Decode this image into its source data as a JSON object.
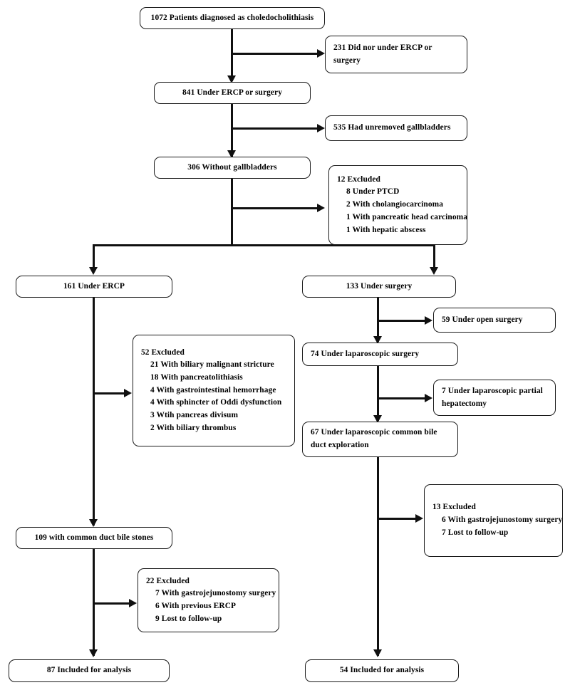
{
  "figure": {
    "type": "flowchart",
    "subject": "Patient selection flow for choledocholithiasis treatment"
  },
  "nodes": {
    "total_patients": {
      "text": "1072 Patients diagnosed as choledocholithiasis"
    },
    "excluded_no_treatment": {
      "lines": [
        "231 Did nor under ERCP or",
        "surgery"
      ]
    },
    "under_ercp_or_surgery": {
      "text": "841 Under ERCP or surgery"
    },
    "unremoved_gallbladders": {
      "text": "535 Had unremoved gallbladders"
    },
    "without_gallbladders": {
      "text": "306 Without gallbladders"
    },
    "excluded_12": {
      "header": "12 Excluded",
      "items": [
        "8 Under PTCD",
        "2 With cholangiocarcinoma",
        "1 With pancreatic head carcinoma",
        "1 With hepatic abscess"
      ]
    },
    "under_ercp": {
      "text": "161 Under ERCP"
    },
    "under_surgery": {
      "text": "133 Under surgery"
    },
    "excluded_52": {
      "header": "52 Excluded",
      "items": [
        "21 With biliary malignant stricture",
        "18 With pancreatolithiasis",
        "4 With gastrointestinal hemorrhage",
        "4 With sphincter of Oddi dysfunction",
        "3 Wtih pancreas divisum",
        "2 With biliary thrombus"
      ]
    },
    "open_surgery": {
      "text": "59 Under open surgery"
    },
    "laparoscopic_surgery": {
      "text": "74 Under laparoscopic surgery"
    },
    "laparoscopic_partial_hepatectomy": {
      "lines": [
        "7 Under laparoscopic partial",
        "hepatectomy"
      ]
    },
    "laparoscopic_cbd_exploration": {
      "lines": [
        "67 Under laparoscopic common bile",
        "duct exploration"
      ]
    },
    "excluded_13": {
      "header": "13 Excluded",
      "items": [
        "6 With gastrojejunostomy surgery",
        "7 Lost to follow-up"
      ]
    },
    "common_duct_bile_stones": {
      "text": "109 with common duct bile stones"
    },
    "excluded_22": {
      "header": "22 Excluded",
      "items": [
        "7 With gastrojejunostomy surgery",
        "6 With previous ERCP",
        "9 Lost to follow-up"
      ]
    },
    "included_ercp": {
      "text": "87 Included for analysis"
    },
    "included_surgery": {
      "text": "54 Included for analysis"
    }
  },
  "colors": {
    "line": "#101010",
    "border": "#1a1a1a",
    "background": "#ffffff",
    "text": "#000000"
  }
}
